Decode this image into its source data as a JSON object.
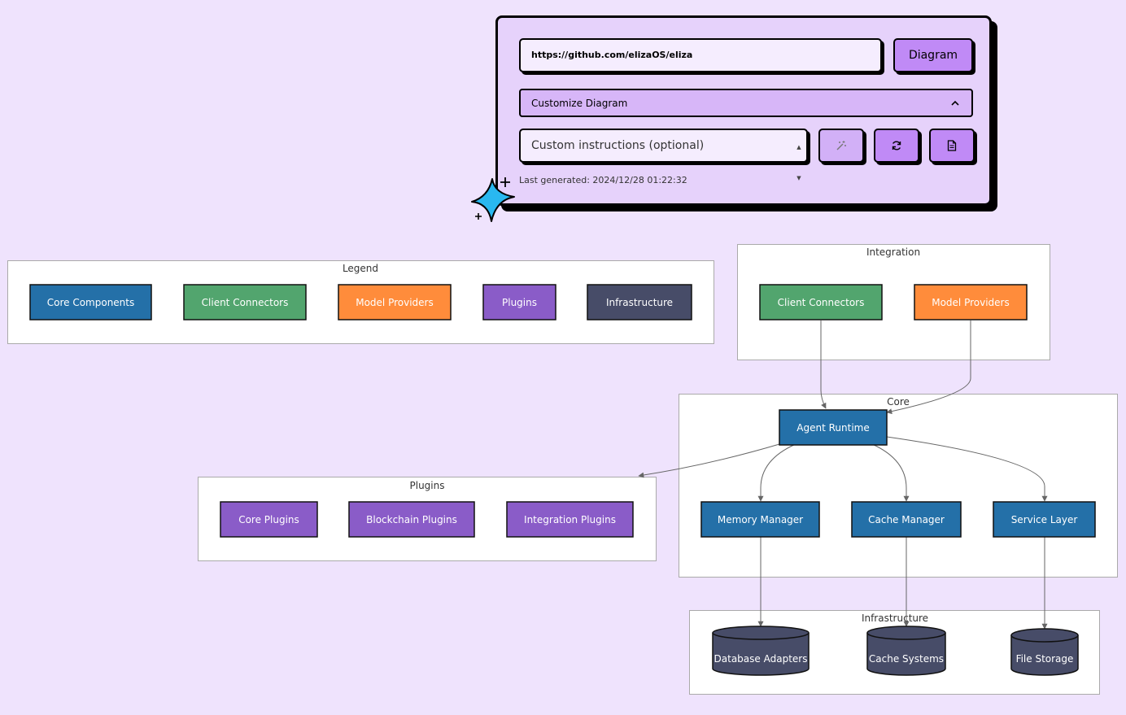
{
  "controls": {
    "repo_url": "https://github.com/elizaOS/eliza",
    "diagram_button": "Diagram",
    "customize_label": "Customize Diagram",
    "instructions_placeholder": "Custom instructions (optional)",
    "last_generated": "Last generated: 2024/12/28 01:22:32",
    "icons": {
      "customize_toggle": "chevron-up-icon",
      "wand_button": "magic-wand-icon",
      "refresh_button": "refresh-icon",
      "doc_button": "document-icon",
      "decoration": "sparkle-star-icon"
    }
  },
  "colors": {
    "core": "#2470a8",
    "client": "#52a56e",
    "model": "#ff8c3b",
    "plugins": "#8a5cc8",
    "infra": "#474c68",
    "button": "#c08af6",
    "background": "#efe3fd",
    "star": "#29b8f0"
  },
  "diagram": {
    "legend": {
      "title": "Legend",
      "items": [
        "Core Components",
        "Client Connectors",
        "Model Providers",
        "Plugins",
        "Infrastructure"
      ]
    },
    "integration": {
      "title": "Integration",
      "nodes": [
        "Client Connectors",
        "Model Providers"
      ]
    },
    "core": {
      "title": "Core",
      "nodes": [
        "Agent Runtime",
        "Memory Manager",
        "Cache Manager",
        "Service Layer"
      ]
    },
    "plugins": {
      "title": "Plugins",
      "nodes": [
        "Core Plugins",
        "Blockchain Plugins",
        "Integration Plugins"
      ]
    },
    "infrastructure": {
      "title": "Infrastructure",
      "nodes": [
        "Database Adapters",
        "Cache Systems",
        "File Storage"
      ]
    },
    "edges": [
      {
        "from": "Client Connectors",
        "to": "Agent Runtime"
      },
      {
        "from": "Model Providers",
        "to": "Agent Runtime"
      },
      {
        "from": "Agent Runtime",
        "to": "Plugins"
      },
      {
        "from": "Agent Runtime",
        "to": "Memory Manager"
      },
      {
        "from": "Agent Runtime",
        "to": "Cache Manager"
      },
      {
        "from": "Agent Runtime",
        "to": "Service Layer"
      },
      {
        "from": "Memory Manager",
        "to": "Database Adapters"
      },
      {
        "from": "Cache Manager",
        "to": "Cache Systems"
      },
      {
        "from": "Service Layer",
        "to": "File Storage"
      }
    ]
  }
}
